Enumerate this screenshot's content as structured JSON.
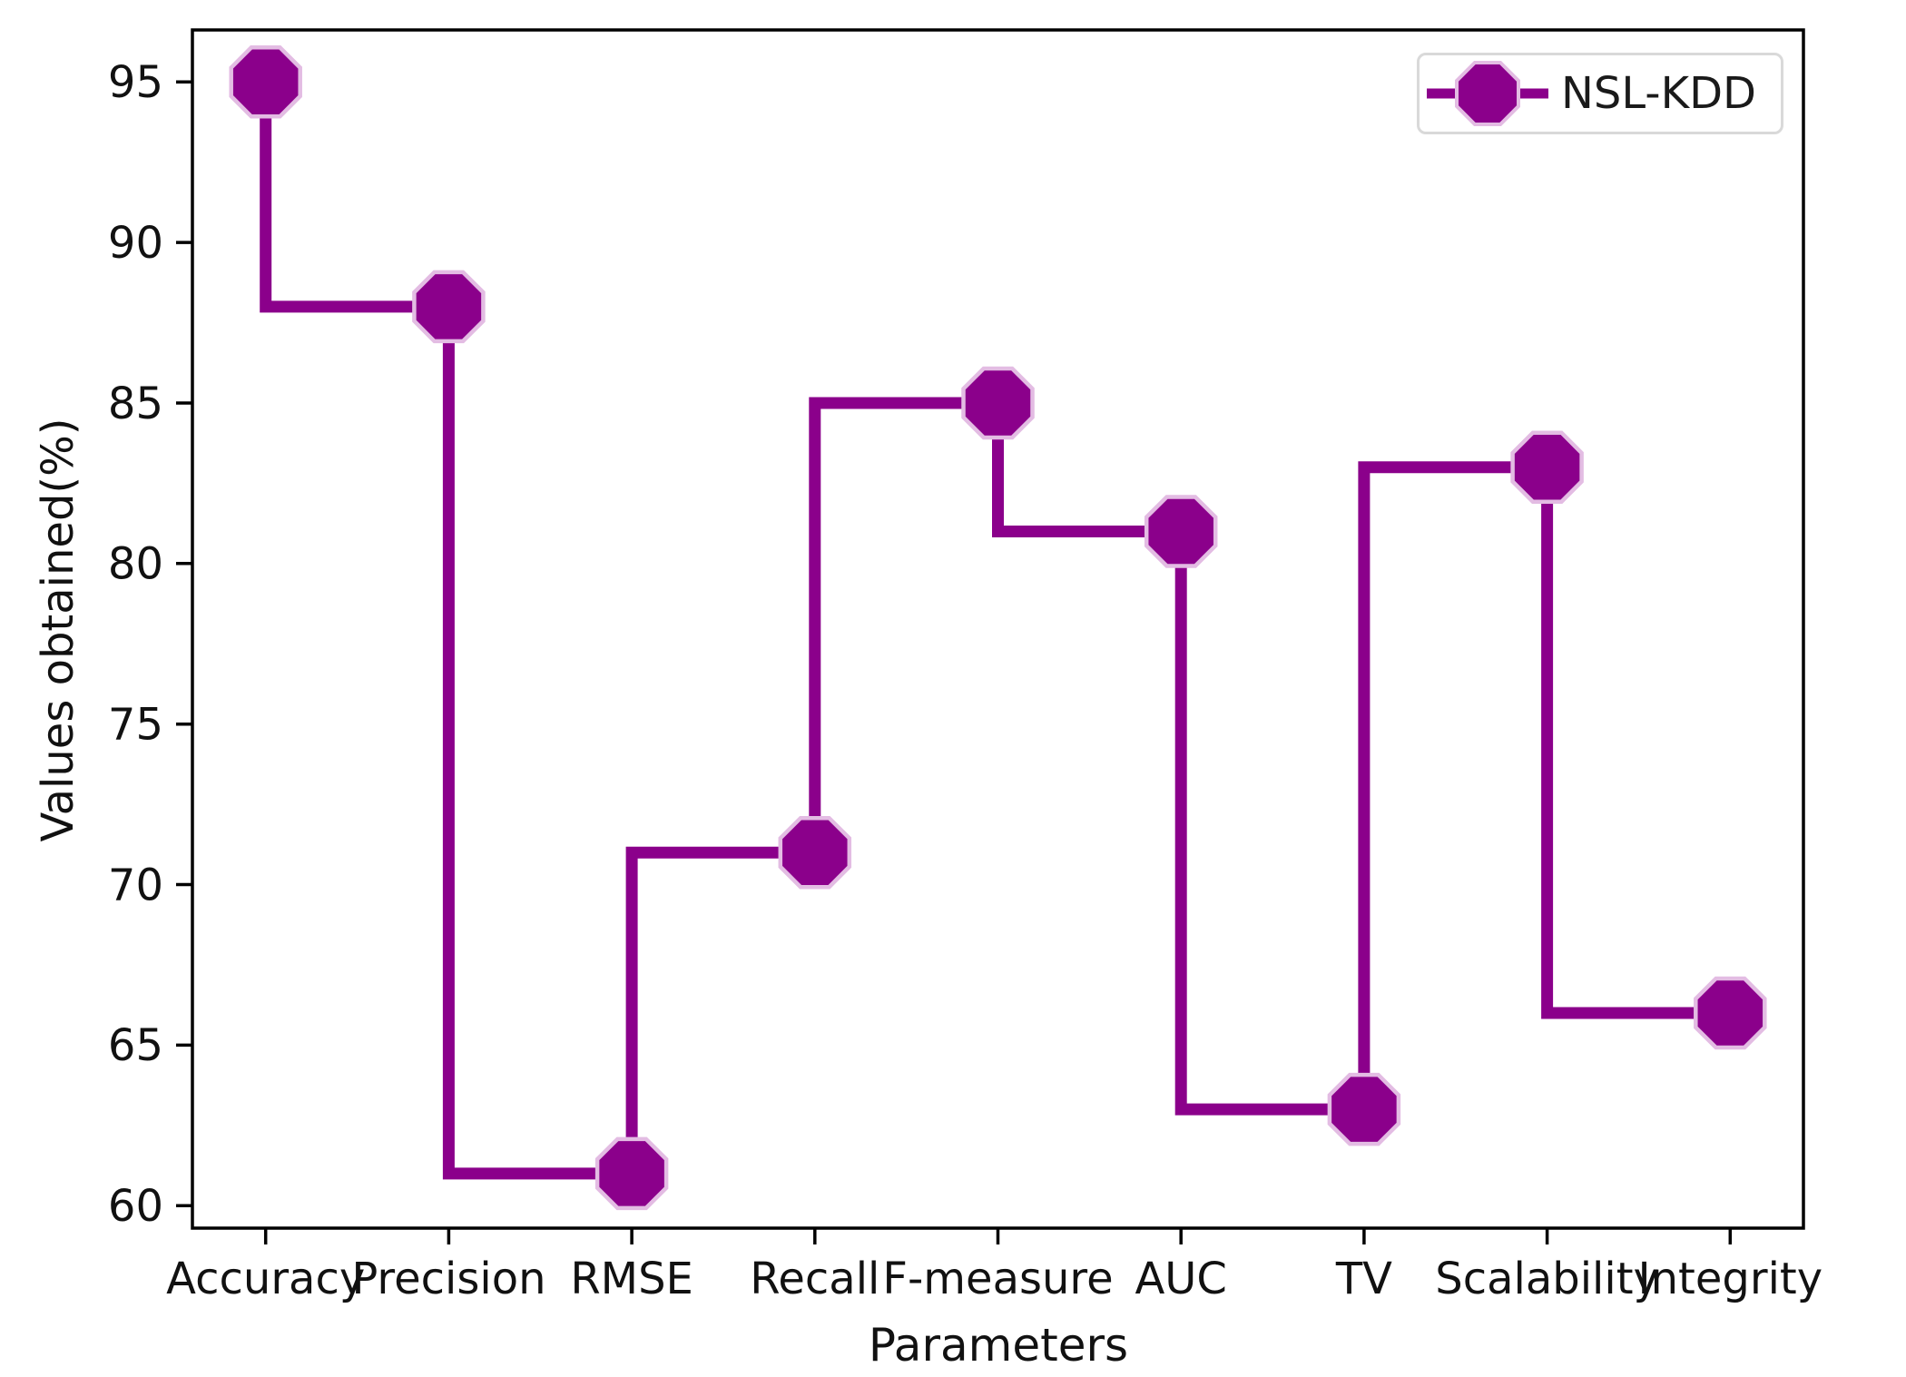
{
  "figure": {
    "background": "#ffffff"
  },
  "chart_data": {
    "type": "line",
    "drawstyle": "steps-pre",
    "marker": "octagon",
    "title": "",
    "xlabel": "Parameters",
    "ylabel": "Values obtained(%)",
    "categories": [
      "Accuracy",
      "Precision",
      "RMSE",
      "Recall",
      "F-measure",
      "AUC",
      "TV",
      "Scalability",
      "Integrity"
    ],
    "series": [
      {
        "name": "NSL-KDD",
        "values": [
          95,
          88,
          61,
          71,
          85,
          81,
          63,
          83,
          66
        ],
        "color": "#8B008B",
        "marker_edge_color": "#E3BCE3"
      }
    ],
    "yticks": [
      60,
      65,
      70,
      75,
      80,
      85,
      90,
      95
    ],
    "ylim": [
      59.3,
      96.62
    ],
    "grid": false,
    "legend": {
      "position": "upper right",
      "label": "NSL-KDD"
    },
    "axis_color": "#000000",
    "tick_label_color": "#111111"
  }
}
